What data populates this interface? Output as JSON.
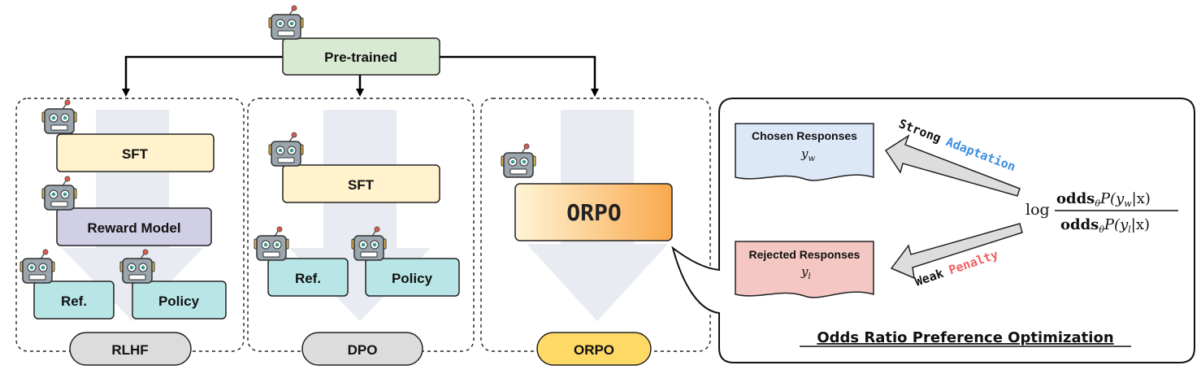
{
  "top": {
    "pretrained_label": "Pre-trained"
  },
  "panels": {
    "rlhf": {
      "sft": "SFT",
      "reward": "Reward Model",
      "ref": "Ref.",
      "policy": "Policy",
      "tag": "RLHF"
    },
    "dpo": {
      "sft": "SFT",
      "ref": "Ref.",
      "policy": "Policy",
      "tag": "DPO"
    },
    "orpo": {
      "main": "ORPO",
      "tag": "ORPO"
    }
  },
  "callout": {
    "chosen_label": "Chosen Responses",
    "chosen_symbol": "y",
    "chosen_sub": "w",
    "rejected_label": "Rejected Responses",
    "rejected_symbol": "y",
    "rejected_sub": "l",
    "strong_word": "Strong",
    "adaptation_word": "Adaptation",
    "weak_word": "Weak",
    "penalty_word": "Penalty",
    "formula": {
      "log": "log",
      "num_bold": "odds",
      "num_sub": "θ",
      "num_rest": "P(y",
      "num_sub2": "w",
      "num_tail": "|x)",
      "den_bold": "odds",
      "den_sub": "θ",
      "den_rest": "P(y",
      "den_sub2": "l",
      "den_tail": "|x)"
    },
    "title": "Odds Ratio Preference Optimization"
  },
  "colors": {
    "pretrained": "#d8ead2",
    "sft": "#fff2cc",
    "reward": "#d0cfe6",
    "ref_policy": "#b8e6e6",
    "orpo_start": "#fff2cc",
    "orpo_end": "#f9a94d",
    "tag_gray": "#dcdcdc",
    "tag_orpo": "#ffd966",
    "chosen": "#dce8f8",
    "rejected": "#f4c7c3",
    "adaptation": "#3d8fe0",
    "penalty": "#f06060",
    "big_arrow": "#e8ebf1"
  }
}
